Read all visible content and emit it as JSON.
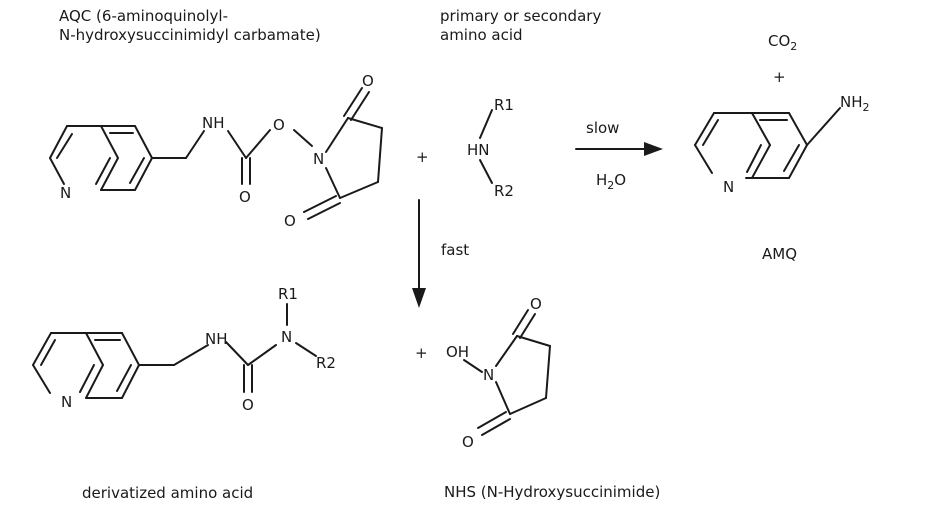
{
  "labels": {
    "aqc_line1": "AQC (6-aminoquinolyl-",
    "aqc_line2": "N-hydroxysuccinimidyl carbamate)",
    "amino_line1": "primary or secondary",
    "amino_line2": "amino acid",
    "co2": "CO",
    "co2_sub": "2",
    "plus_top": "+",
    "amq": "AMQ",
    "derivatized": "derivatized amino acid",
    "nhs": "NHS (N-Hydroxysuccinimide)"
  },
  "reaction": {
    "slow": "slow",
    "h2o_h": "H",
    "h2o_sub": "2",
    "h2o_o": "O",
    "fast": "fast"
  },
  "atoms": {
    "N": "N",
    "O": "O",
    "NH": "NH",
    "HN": "HN",
    "R1": "R1",
    "R2": "R2",
    "OH": "OH",
    "NH2_main": "NH",
    "NH2_sub": "2",
    "plus": "+"
  }
}
